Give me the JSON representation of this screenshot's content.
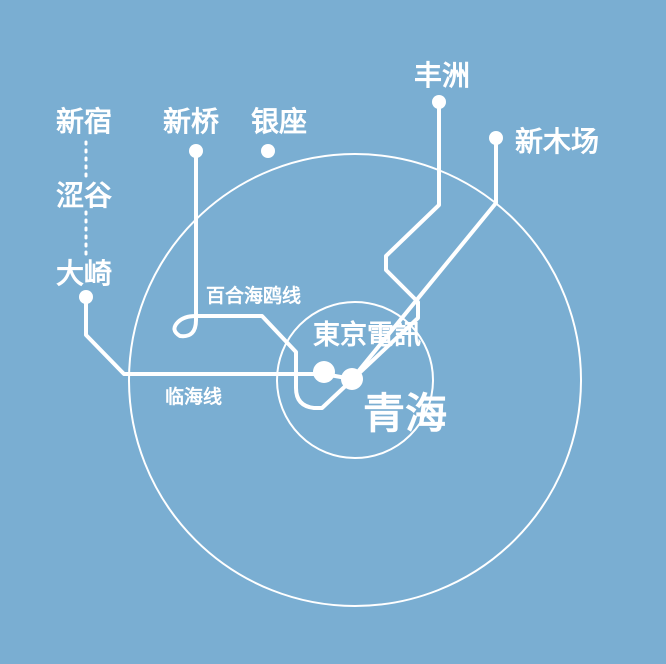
{
  "colors": {
    "background": "#7aaed2",
    "line": "#ffffff"
  },
  "stations": {
    "shinjuku": "新宿",
    "shibuya": "涩谷",
    "osaki": "大崎",
    "shinbashi": "新桥",
    "ginza": "银座",
    "toyosu": "丰洲",
    "shinkiba": "新木场",
    "tokyo_teleport": "東京電訊",
    "aomi": "青海"
  },
  "lines": {
    "yurikamome": "百合海鸥线",
    "rinkai": "临海线"
  }
}
